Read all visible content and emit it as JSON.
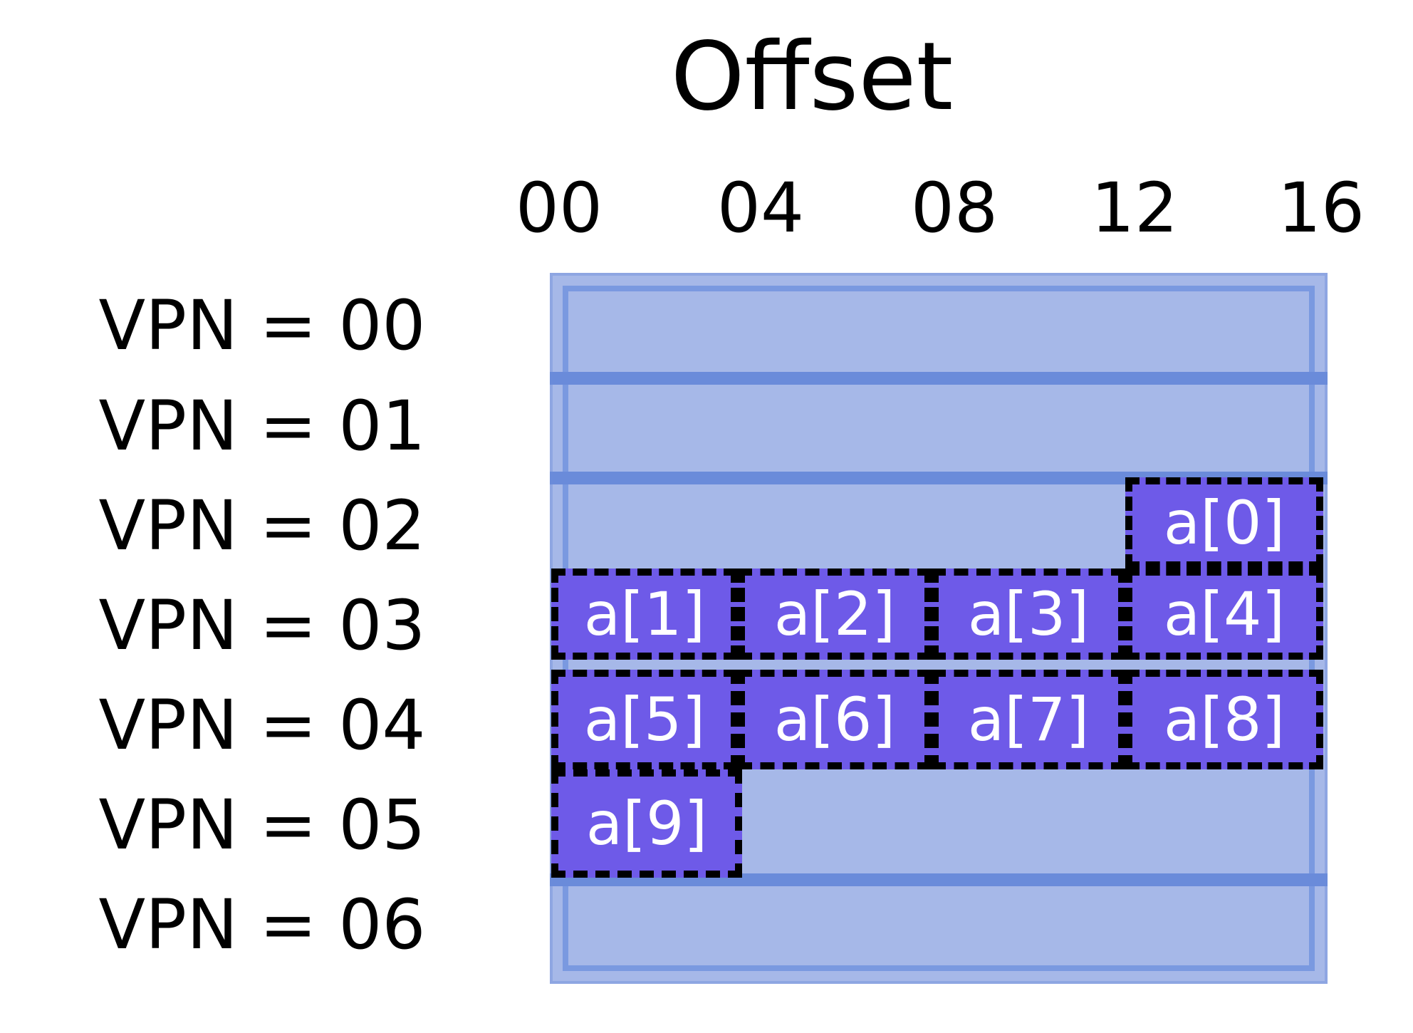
{
  "diagram": {
    "title": "Offset",
    "offset_ticks": [
      "00",
      "04",
      "08",
      "12",
      "16"
    ],
    "rows": [
      "VPN = 00",
      "VPN = 01",
      "VPN = 02",
      "VPN = 03",
      "VPN = 04",
      "VPN = 05",
      "VPN = 06"
    ],
    "array_elements": [
      {
        "label": "a[0]",
        "vpn": "02",
        "offset": "12"
      },
      {
        "label": "a[1]",
        "vpn": "03",
        "offset": "00"
      },
      {
        "label": "a[2]",
        "vpn": "03",
        "offset": "04"
      },
      {
        "label": "a[3]",
        "vpn": "03",
        "offset": "08"
      },
      {
        "label": "a[4]",
        "vpn": "03",
        "offset": "12"
      },
      {
        "label": "a[5]",
        "vpn": "04",
        "offset": "00"
      },
      {
        "label": "a[6]",
        "vpn": "04",
        "offset": "04"
      },
      {
        "label": "a[7]",
        "vpn": "04",
        "offset": "08"
      },
      {
        "label": "a[8]",
        "vpn": "04",
        "offset": "12"
      },
      {
        "label": "a[9]",
        "vpn": "05",
        "offset": "00"
      }
    ],
    "colors": {
      "page_fill": "#a6b8e8",
      "row_border": "#6a8bda",
      "element_fill": "#6e5ae8",
      "element_text": "#ffffff",
      "element_border": "#000000"
    }
  }
}
